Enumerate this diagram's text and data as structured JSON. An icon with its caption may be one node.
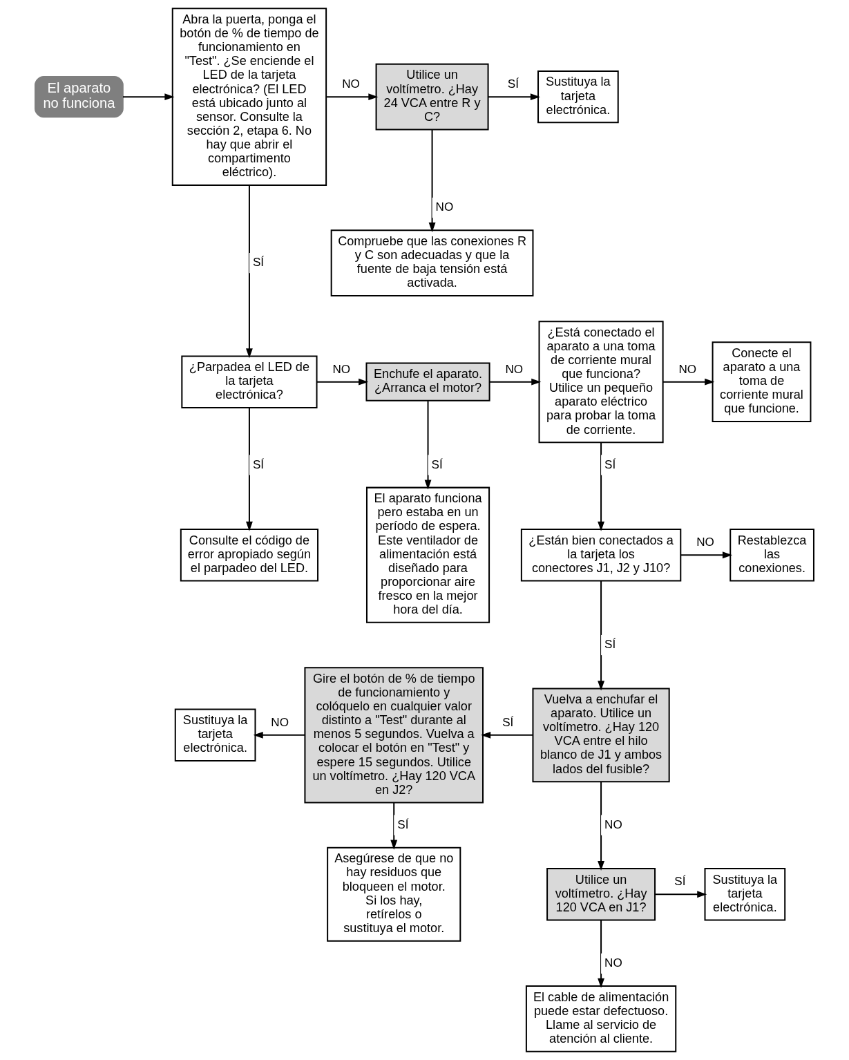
{
  "diagram": {
    "nodes": [
      {
        "text": [
          "El aparato no funciona"
        ]
      },
      {
        "text": [
          "Abra la puerta, ponga el botón de % de tiempo de funcionamiento en \"Test\". ¿Se enciende el LED de la tarjeta electrónica? (El LED está ubicado junto al sensor. Consulte la sección 2, etapa 6. No hay que abrir el compartimento eléctrico)."
        ]
      },
      {
        "text": [
          "Utilice un voltímetro. ¿Hay 24 VCA entre R y C?"
        ]
      },
      {
        "text": [
          "Sustituya la tarjeta electrónica."
        ]
      },
      {
        "text": [
          "Compruebe que las conexiones R y C son adecuadas y que la fuente de baja tensión está activada."
        ]
      },
      {
        "text": [
          "¿Parpadea el LED de la tarjeta electrónica?"
        ]
      },
      {
        "text": [
          "Enchufe el aparato. ¿Arranca el motor?"
        ]
      },
      {
        "text": [
          "¿Está conectado el aparato a una toma de corriente mural que funciona? Utilice un pequeño aparato eléctrico para probar la toma de corriente."
        ]
      },
      {
        "text": [
          "Conecte el aparato a una toma de corriente mural que funcione."
        ]
      },
      {
        "text": [
          "Consulte el código de error apropiado según el parpadeo del LED."
        ]
      },
      {
        "text": [
          "El aparato funciona pero estaba en un período de espera. Este ventilador de alimentación está diseñado para proporcionar aire fresco en la mejor hora del día."
        ]
      },
      {
        "text": [
          "¿Están bien conectados a la tarjeta los conectores J1, J2 y J10?"
        ]
      },
      {
        "text": [
          "Restablezca las conexiones."
        ]
      },
      {
        "text": [
          "Sustituya la tarjeta electrónica."
        ]
      },
      {
        "text": [
          "Gire el botón de % de tiempo de funcionamiento y colóquelo en cualquier valor distinto a \"Test\" durante al menos 5 segundos. Vuelva a colocar el botón en \"Test\" y espere 15 segundos. Utilice un voltímetro. ¿Hay 120 VCA en J2?"
        ]
      },
      {
        "text": [
          "Vuelva a enchufar el aparato. Utilice un voltímetro. ¿Hay 120 VCA entre el hilo blanco de J1 y ambos lados del fusible?"
        ]
      },
      {
        "text": [
          "Asegúrese de que no hay residuos que bloqueen el motor. Si los hay, retírelos o sustituya el motor."
        ]
      },
      {
        "text": [
          "Utilice un voltímetro. ¿Hay 120 VCA en J1?"
        ]
      },
      {
        "text": [
          "Sustituya la tarjeta electrónica."
        ]
      },
      {
        "text": [
          "El cable de alimentación puede estar defectuoso. Llame al servicio de atención al cliente."
        ]
      }
    ],
    "edges": [
      {
        "from": 0,
        "to": 1,
        "arrow": "to"
      },
      {
        "from": 1,
        "to": 2,
        "arrow": "to",
        "label": "NO"
      },
      {
        "from": 1,
        "to": 5,
        "arrow": "to",
        "label": "SÍ"
      },
      {
        "from": 2,
        "to": 3,
        "arrow": "to",
        "label": "SÍ"
      },
      {
        "from": 2,
        "to": 4,
        "arrow": "to",
        "label": "NO"
      },
      {
        "from": 5,
        "to": 6,
        "arrow": "to",
        "label": "NO"
      },
      {
        "from": 5,
        "to": 9,
        "arrow": "to",
        "label": "SÍ"
      },
      {
        "from": 6,
        "to": 7,
        "arrow": "to",
        "label": "NO"
      },
      {
        "from": 6,
        "to": 10,
        "arrow": "to",
        "label": "SÍ"
      },
      {
        "from": 7,
        "to": 8,
        "arrow": "to",
        "label": "NO"
      },
      {
        "from": 7,
        "to": 11,
        "arrow": "to",
        "label": "SÍ"
      },
      {
        "from": 11,
        "to": 12,
        "arrow": "to",
        "label": "NO"
      },
      {
        "from": 11,
        "to": 15,
        "arrow": "to",
        "label": "SÍ"
      },
      {
        "from": 14,
        "to": 13,
        "arrow": "to",
        "label": "NO"
      },
      {
        "from": 14,
        "to": 16,
        "arrow": "to",
        "label": "SÍ"
      },
      {
        "from": 15,
        "to": 14,
        "arrow": "to",
        "label": "SÍ"
      },
      {
        "from": 15,
        "to": 17,
        "arrow": "to",
        "label": "NO"
      },
      {
        "from": 17,
        "to": 18,
        "arrow": "to",
        "label": "SÍ"
      },
      {
        "from": 17,
        "to": 19,
        "arrow": "to",
        "label": "NO"
      }
    ]
  }
}
